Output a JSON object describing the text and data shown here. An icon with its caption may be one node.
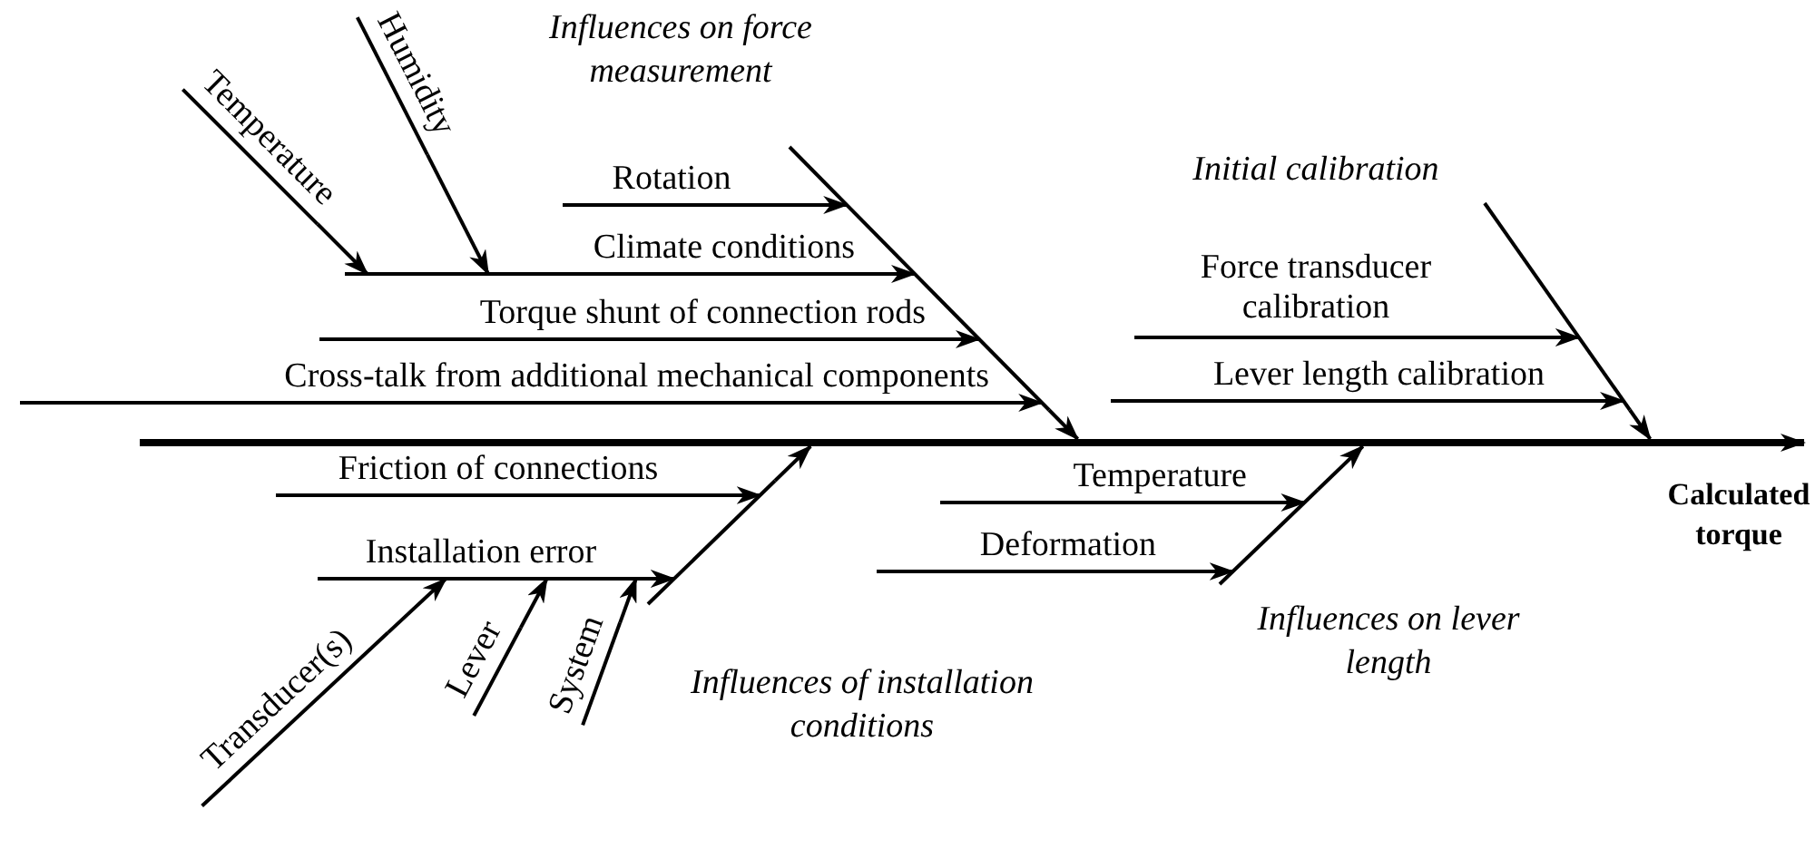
{
  "diagram": {
    "nodes": [
      {
        "text": [],
        "shape": "bar",
        "beside": [
          "Influences on force measurement"
        ]
      },
      {
        "text": [
          "Temperature"
        ]
      },
      {
        "text": [
          "Humidity"
        ]
      },
      {
        "text": [
          "Rotation"
        ]
      },
      {
        "text": [
          "Climate conditions"
        ]
      },
      {
        "text": [
          "Torque shunt of connection rods"
        ]
      },
      {
        "text": [
          "Cross-talk from additional mechanical components"
        ]
      },
      {
        "text": [],
        "shape": "bar",
        "beside": [
          "Initial calibration"
        ]
      },
      {
        "text": [
          "Force transducer calibration"
        ]
      },
      {
        "text": [
          "Lever length calibration"
        ]
      },
      {
        "text": [],
        "shape": "bar"
      },
      {
        "text": [
          "Calculated torque"
        ]
      },
      {
        "text": [],
        "shape": "bar",
        "beside": [
          "Influences of installation conditions"
        ]
      },
      {
        "text": [
          "Friction of connections"
        ]
      },
      {
        "text": [
          "Installation error"
        ]
      },
      {
        "text": [
          "Transducer(s)"
        ]
      },
      {
        "text": [
          "Lever"
        ]
      },
      {
        "text": [
          "System"
        ]
      },
      {
        "text": [],
        "shape": "bar",
        "beside": [
          "Influences on lever length"
        ]
      },
      {
        "text": [
          "Temperature"
        ]
      },
      {
        "text": [
          "Deformation"
        ]
      }
    ],
    "edges": [
      {
        "from": 1,
        "to": 4,
        "arrow": "to"
      },
      {
        "from": 2,
        "to": 4,
        "arrow": "to"
      },
      {
        "from": 3,
        "to": 0,
        "arrow": "to"
      },
      {
        "from": 4,
        "to": 0,
        "arrow": "to"
      },
      {
        "from": 5,
        "to": 0,
        "arrow": "to"
      },
      {
        "from": 6,
        "to": 0,
        "arrow": "to"
      },
      {
        "from": 0,
        "to": 10,
        "arrow": "to"
      },
      {
        "from": 8,
        "to": 7,
        "arrow": "to"
      },
      {
        "from": 9,
        "to": 7,
        "arrow": "to"
      },
      {
        "from": 7,
        "to": 10,
        "arrow": "to"
      },
      {
        "from": 10,
        "to": 11,
        "arrow": "to",
        "style": "thick"
      },
      {
        "from": 13,
        "to": 12,
        "arrow": "to"
      },
      {
        "from": 15,
        "to": 14,
        "arrow": "to"
      },
      {
        "from": 16,
        "to": 14,
        "arrow": "to"
      },
      {
        "from": 17,
        "to": 14,
        "arrow": "to"
      },
      {
        "from": 14,
        "to": 12,
        "arrow": "to"
      },
      {
        "from": 12,
        "to": 10,
        "arrow": "to"
      },
      {
        "from": 19,
        "to": 18,
        "arrow": "to"
      },
      {
        "from": 20,
        "to": 18,
        "arrow": "to"
      },
      {
        "from": 18,
        "to": 10,
        "arrow": "to"
      }
    ]
  }
}
